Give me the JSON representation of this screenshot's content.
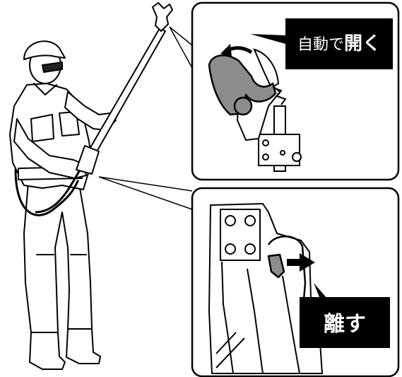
{
  "callouts": {
    "top": {
      "text_normal": "自動で",
      "text_bold": "開く"
    },
    "bottom": {
      "text_bold": "離す"
    }
  },
  "colors": {
    "line": "#000000",
    "background": "#ffffff",
    "jaw_fill": "#8c8c8c",
    "label_fill": "#000000",
    "label_text": "#ffffff"
  },
  "icons": {
    "open_arrow": "curved-arrow-left-icon",
    "release_arrow": "arrow-right-icon"
  }
}
